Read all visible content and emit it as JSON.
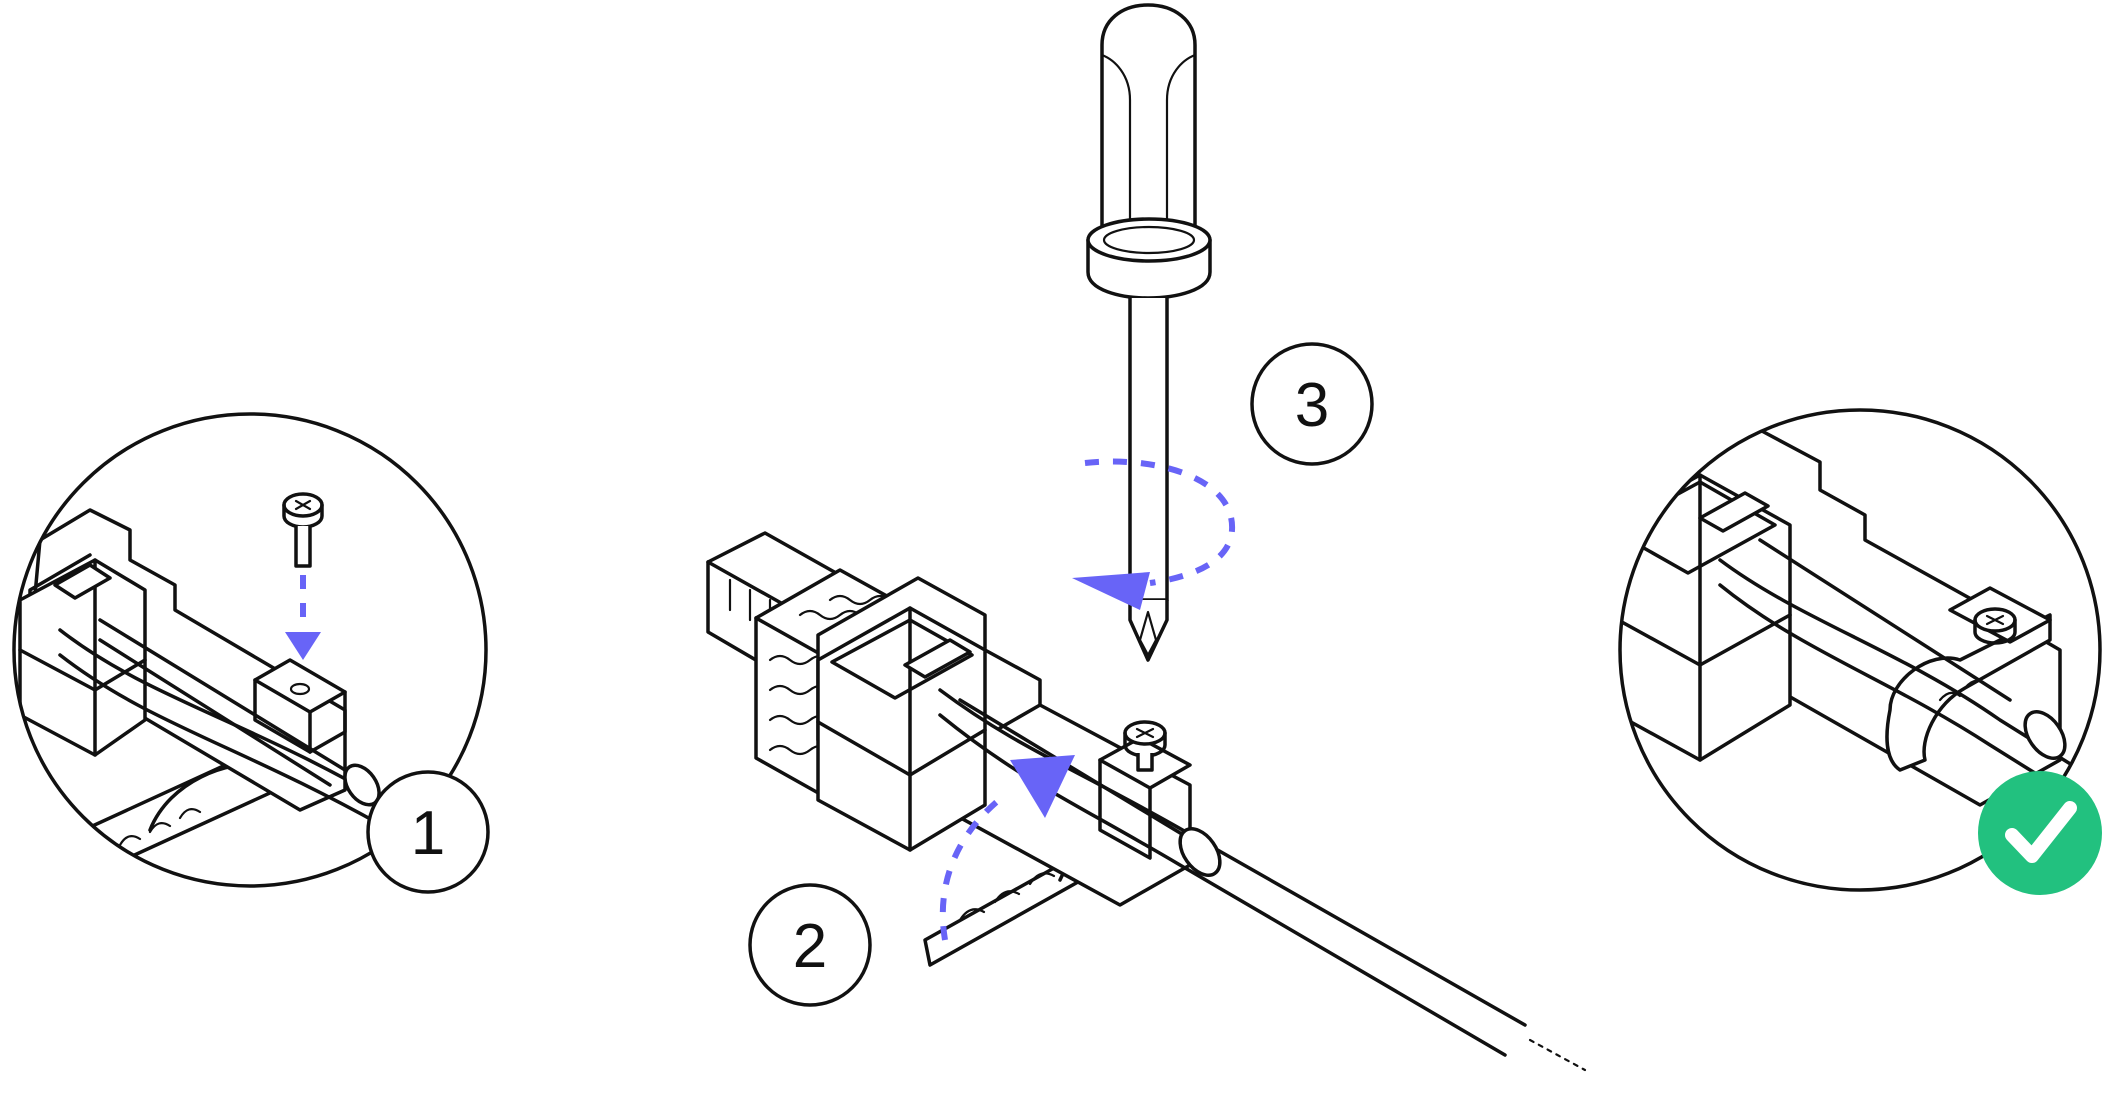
{
  "steps": [
    {
      "number": "1",
      "action": "insert-screw"
    },
    {
      "number": "2",
      "action": "fold-strap"
    },
    {
      "number": "3",
      "action": "tighten-screw"
    }
  ],
  "colors": {
    "accent": "#6864f7",
    "success": "#22c17f",
    "ink": "#111111",
    "background": "#ffffff"
  },
  "icons": {
    "success": "check-icon",
    "tool": "screwdriver-icon",
    "fastener": "screw-icon"
  }
}
